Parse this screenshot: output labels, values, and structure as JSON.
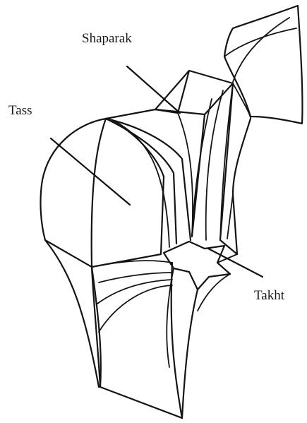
{
  "diagram": {
    "labels": {
      "shaparak": "Shaparak",
      "tass": "Tass",
      "takht": "Takht"
    }
  }
}
